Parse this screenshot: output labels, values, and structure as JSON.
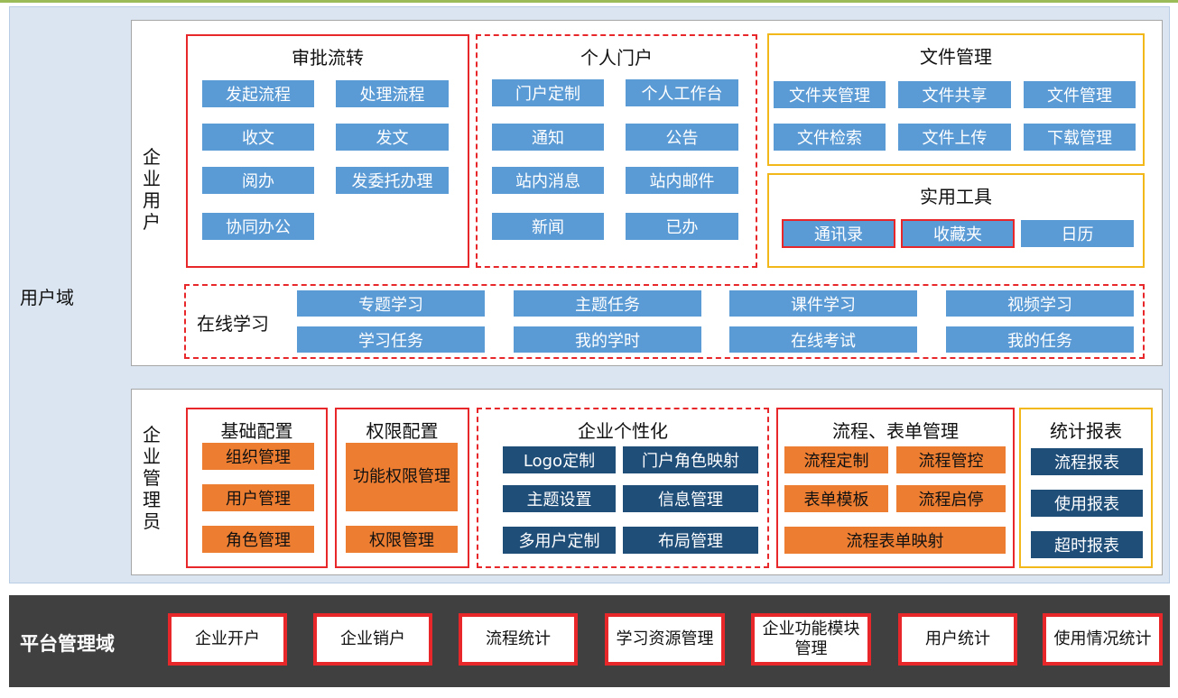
{
  "user_domain": {
    "label": "用户域",
    "enterprise_user": {
      "label": "企\n业\n用\n户",
      "approval": {
        "title": "审批流转",
        "items": [
          "发起流程",
          "处理流程",
          "收文",
          "发文",
          "阅办",
          "发委托办理",
          "协同办公"
        ]
      },
      "portal": {
        "title": "个人门户",
        "items": [
          "门户定制",
          "个人工作台",
          "通知",
          "公告",
          "站内消息",
          "站内邮件",
          "新闻",
          "已办"
        ]
      },
      "files": {
        "title": "文件管理",
        "items": [
          "文件夹管理",
          "文件共享",
          "文件管理",
          "文件检索",
          "文件上传",
          "下载管理"
        ]
      },
      "tools": {
        "title": "实用工具",
        "items": [
          "通讯录",
          "收藏夹",
          "日历"
        ]
      },
      "learning": {
        "title": "在线学习",
        "items": [
          "专题学习",
          "主题任务",
          "课件学习",
          "视频学习",
          "学习任务",
          "我的学时",
          "在线考试",
          "我的任务"
        ]
      }
    },
    "enterprise_admin": {
      "label": "企\n业\n管\n理\n员",
      "basic": {
        "title": "基础配置",
        "items": [
          "组织管理",
          "用户管理",
          "角色管理"
        ]
      },
      "permission": {
        "title": "权限配置",
        "items": [
          "功能权限管理",
          "权限管理"
        ]
      },
      "personalization": {
        "title": "企业个性化",
        "items": [
          "Logo定制",
          "门户角色映射",
          "主题设置",
          "信息管理",
          "多用户定制",
          "布局管理"
        ]
      },
      "workflow": {
        "title": "流程、表单管理",
        "items": [
          "流程定制",
          "流程管控",
          "表单模板",
          "流程启停",
          "流程表单映射"
        ]
      },
      "reports": {
        "title": "统计报表",
        "items": [
          "流程报表",
          "使用报表",
          "超时报表"
        ]
      }
    }
  },
  "platform_domain": {
    "label": "平台管理域",
    "items": [
      "企业开户",
      "企业销户",
      "流程统计",
      "学习资源管理",
      "企业功能模块管理",
      "用户统计",
      "使用情况统计"
    ]
  },
  "colors": {
    "light_blue": "#5b9bd5",
    "orange": "#ed7d31",
    "dark_blue": "#1f4e79",
    "red_border": "#e8272a",
    "yellow_border": "#f2b81a",
    "platform_bg": "#404040",
    "user_domain_bg": "#dbe5f1"
  }
}
